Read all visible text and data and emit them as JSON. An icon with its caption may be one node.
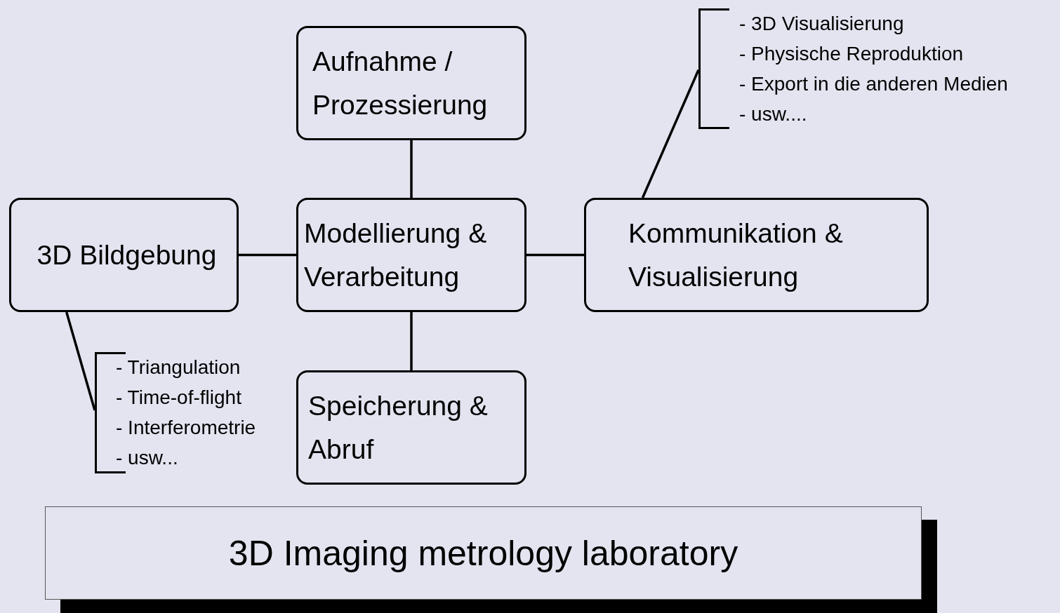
{
  "diagram": {
    "nodes": [
      {
        "text": [
          "Aufnahme / Prozessierung"
        ]
      },
      {
        "text": [
          "3D Bildgebung"
        ]
      },
      {
        "text": [
          "Modellierung & Verarbeitung"
        ]
      },
      {
        "text": [
          "Kommunikation & Visualisierung"
        ]
      },
      {
        "text": [
          "Speicherung & Abruf"
        ]
      },
      {
        "text": [
          "- Triangulation",
          "- Time-of-flight",
          "- Interferometrie",
          "- usw..."
        ]
      },
      {
        "text": [
          "- 3D Visualisierung",
          "- Physische Reproduktion",
          "- Export in die anderen Medien",
          "- usw...."
        ]
      },
      {
        "text": [
          "3D Imaging metrology laboratory"
        ]
      }
    ],
    "edges": [
      {
        "from": 0,
        "to": 2,
        "arrow": "none"
      },
      {
        "from": 1,
        "to": 2,
        "arrow": "none"
      },
      {
        "from": 2,
        "to": 3,
        "arrow": "none"
      },
      {
        "from": 2,
        "to": 4,
        "arrow": "none"
      },
      {
        "from": 1,
        "to": 5,
        "arrow": "none"
      },
      {
        "from": 3,
        "to": 6,
        "arrow": "none"
      }
    ]
  }
}
